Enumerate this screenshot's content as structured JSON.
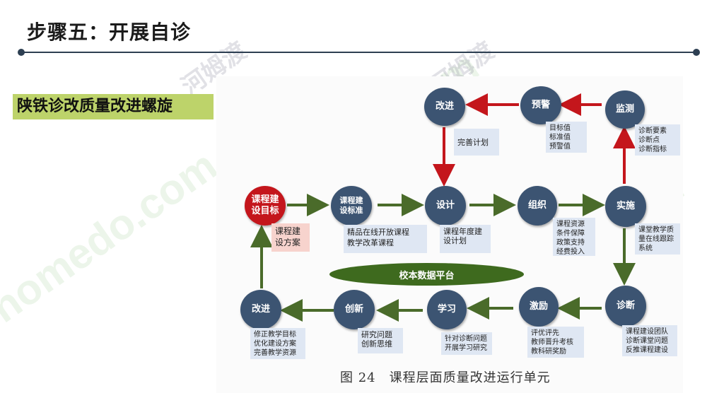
{
  "slide": {
    "title": "步骤五：开展自诊",
    "section_label": "陕铁诊改质量改进螺旋"
  },
  "watermark": {
    "text": "homedo.com",
    "cn_text": "河姆渡"
  },
  "diagram": {
    "nodes": {
      "improve_top": "改进",
      "warning": "预警",
      "monitor": "监测",
      "goal": "课程建\n设目标",
      "standard": "课程建\n设标准",
      "design": "设计",
      "organize": "组织",
      "implement": "实施",
      "improve_bottom": "改进",
      "innovate": "创新",
      "learn": "学习",
      "motivate": "激励",
      "diagnose": "诊断"
    },
    "notes": {
      "improve_plan": "完善计划",
      "warning_values": "目标值\n标准值\n预警值",
      "monitor_items": "诊断要素\n诊断点\n诊断指标",
      "goal_plan": "课程建\n设方案",
      "standard_courses": "精品在线开放课程\n教学改革课程",
      "design_plan": "课程年度建\n设计划",
      "organize_items": "课程资源\n条件保障\n政策支持\n经费投入",
      "implement_items": "课堂教学质\n量在线跟踪\n系统",
      "improve_items": "修正教学目标\n优化建设方案\n完善教学资源",
      "innovate_items": "研究问题\n创新思维",
      "learn_items": "针对诊断问题\n开展学习研究",
      "motivate_items": "评优评先\n教师晋升考核\n教科研奖励",
      "diagnose_items": "课程建设团队\n诊断课堂问题\n反推课程建设"
    },
    "platform": "校本数据平台",
    "caption": "图 24　课程层面质量改进运行单元",
    "colors": {
      "node": "#3c5472",
      "goal_node": "#c4161c",
      "red_arrow": "#c4161c",
      "green_arrow": "#4a6b2a",
      "note_bg": "#dfe7f3",
      "platform": "#3e6a1e"
    }
  }
}
